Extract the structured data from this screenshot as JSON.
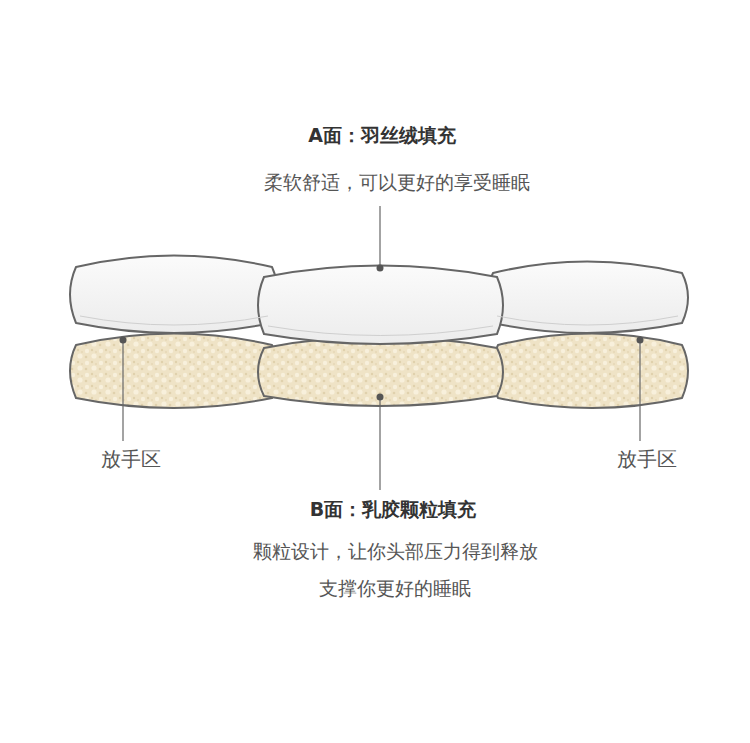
{
  "diagram": {
    "labels": [
      "A面：羽丝绒填充",
      "柔软舒适，可以更好的享受睡眠",
      "放手区",
      "放手区",
      "B面：乳胶颗粒填充",
      "颗粒设计，让你头部压力得到释放",
      "支撑你更好的睡眠"
    ]
  }
}
